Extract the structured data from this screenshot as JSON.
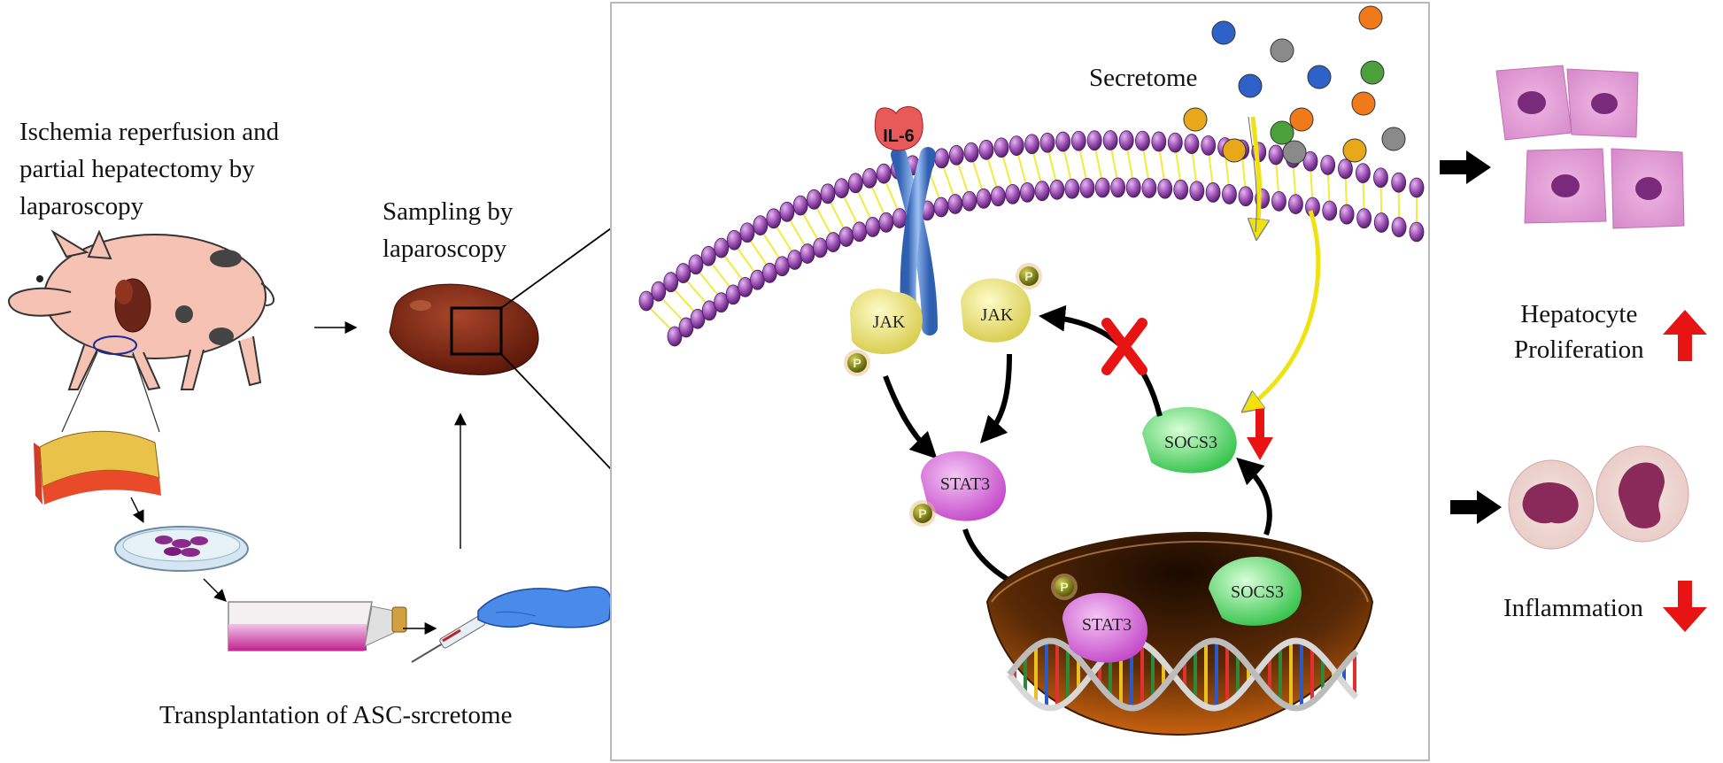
{
  "left_panel": {
    "title_lines": [
      "Ischemia reperfusion and",
      "partial hepatectomy by",
      "laparoscopy"
    ],
    "sampling_lines": [
      "Sampling by",
      "laparoscopy"
    ],
    "transplant_label": "Transplantation of ASC-srcretome"
  },
  "pathway": {
    "secretome_label": "Secretome",
    "il6_label": "IL-6",
    "jak_label": "JAK",
    "stat3_label": "STAT3",
    "socs3_label": "SOCS3",
    "phospho_label": "P"
  },
  "outcomes": {
    "hepatocyte_lines": [
      "Hepatocyte",
      "Proliferation"
    ],
    "hepatocyte_trend": "up",
    "inflammation_label": "Inflammation",
    "inflammation_trend": "down",
    "socs3_trend": "down"
  },
  "colors": {
    "membrane_head": "#9b4fb3",
    "membrane_tail": "#f2ea3c",
    "jak": "#e8e06a",
    "stat3": "#d86fd8",
    "socs3": "#5fe36a",
    "phospho": "#8a8a10",
    "il6": "#e85a5a",
    "arrow_red": "#e81414",
    "secretome_dots": [
      "#2e62c8",
      "#f07a1a",
      "#8a8a8a",
      "#e8a81a",
      "#4aa03a"
    ]
  }
}
